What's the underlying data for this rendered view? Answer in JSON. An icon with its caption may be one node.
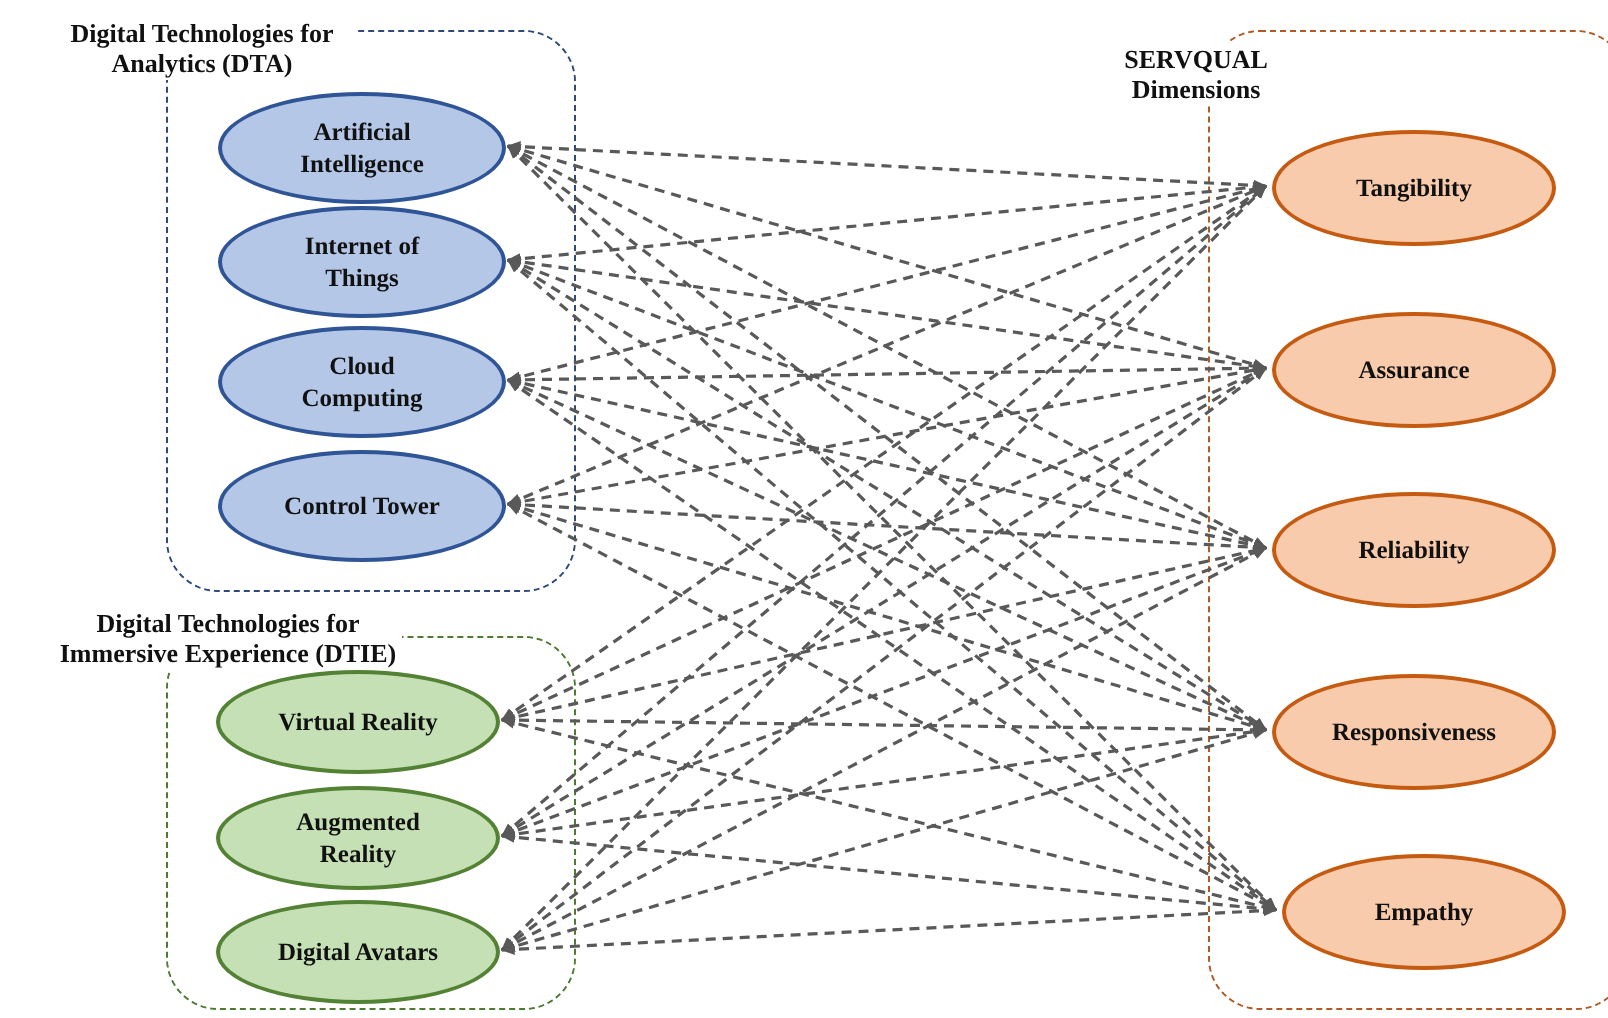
{
  "diagram": {
    "nodes": [
      {
        "text": [
          "Digital Technologies for Analytics (DTA)"
        ]
      },
      {
        "text": [
          "Artificial Intelligence"
        ],
        "in": 0
      },
      {
        "text": [
          "Internet of Things"
        ],
        "in": 0
      },
      {
        "text": [
          "Cloud Computing"
        ],
        "in": 0
      },
      {
        "text": [
          "Control Tower"
        ],
        "in": 0
      },
      {
        "text": [
          "Digital Technologies for Immersive Experience (DTIE)"
        ]
      },
      {
        "text": [
          "Virtual Reality"
        ],
        "in": 5
      },
      {
        "text": [
          "Augmented Reality"
        ],
        "in": 5
      },
      {
        "text": [
          "Digital Avatars"
        ],
        "in": 5
      },
      {
        "text": [
          "SERVQUAL Dimensions"
        ]
      },
      {
        "text": [
          "Tangibility"
        ],
        "in": 9
      },
      {
        "text": [
          "Assurance"
        ],
        "in": 9
      },
      {
        "text": [
          "Reliability"
        ],
        "in": 9
      },
      {
        "text": [
          "Responsiveness"
        ],
        "in": 9
      },
      {
        "text": [
          "Empathy"
        ],
        "in": 9
      }
    ],
    "edges": [
      {
        "from": 1,
        "to": 10,
        "arrow": "both",
        "style": "dashed"
      },
      {
        "from": 1,
        "to": 11,
        "arrow": "both",
        "style": "dashed"
      },
      {
        "from": 1,
        "to": 12,
        "arrow": "both",
        "style": "dashed"
      },
      {
        "from": 1,
        "to": 13,
        "arrow": "both",
        "style": "dashed"
      },
      {
        "from": 1,
        "to": 14,
        "arrow": "both",
        "style": "dashed"
      },
      {
        "from": 2,
        "to": 10,
        "arrow": "both",
        "style": "dashed"
      },
      {
        "from": 2,
        "to": 11,
        "arrow": "both",
        "style": "dashed"
      },
      {
        "from": 2,
        "to": 12,
        "arrow": "both",
        "style": "dashed"
      },
      {
        "from": 2,
        "to": 13,
        "arrow": "both",
        "style": "dashed"
      },
      {
        "from": 2,
        "to": 14,
        "arrow": "both",
        "style": "dashed"
      },
      {
        "from": 3,
        "to": 10,
        "arrow": "both",
        "style": "dashed"
      },
      {
        "from": 3,
        "to": 11,
        "arrow": "both",
        "style": "dashed"
      },
      {
        "from": 3,
        "to": 12,
        "arrow": "both",
        "style": "dashed"
      },
      {
        "from": 3,
        "to": 13,
        "arrow": "both",
        "style": "dashed"
      },
      {
        "from": 3,
        "to": 14,
        "arrow": "both",
        "style": "dashed"
      },
      {
        "from": 4,
        "to": 10,
        "arrow": "both",
        "style": "dashed"
      },
      {
        "from": 4,
        "to": 11,
        "arrow": "both",
        "style": "dashed"
      },
      {
        "from": 4,
        "to": 12,
        "arrow": "both",
        "style": "dashed"
      },
      {
        "from": 4,
        "to": 13,
        "arrow": "both",
        "style": "dashed"
      },
      {
        "from": 4,
        "to": 14,
        "arrow": "both",
        "style": "dashed"
      },
      {
        "from": 6,
        "to": 10,
        "arrow": "both",
        "style": "dashed"
      },
      {
        "from": 6,
        "to": 11,
        "arrow": "both",
        "style": "dashed"
      },
      {
        "from": 6,
        "to": 12,
        "arrow": "both",
        "style": "dashed"
      },
      {
        "from": 6,
        "to": 13,
        "arrow": "both",
        "style": "dashed"
      },
      {
        "from": 6,
        "to": 14,
        "arrow": "both",
        "style": "dashed"
      },
      {
        "from": 7,
        "to": 10,
        "arrow": "both",
        "style": "dashed"
      },
      {
        "from": 7,
        "to": 11,
        "arrow": "both",
        "style": "dashed"
      },
      {
        "from": 7,
        "to": 12,
        "arrow": "both",
        "style": "dashed"
      },
      {
        "from": 7,
        "to": 13,
        "arrow": "both",
        "style": "dashed"
      },
      {
        "from": 7,
        "to": 14,
        "arrow": "both",
        "style": "dashed"
      },
      {
        "from": 8,
        "to": 10,
        "arrow": "both",
        "style": "dashed"
      },
      {
        "from": 8,
        "to": 11,
        "arrow": "both",
        "style": "dashed"
      },
      {
        "from": 8,
        "to": 12,
        "arrow": "both",
        "style": "dashed"
      },
      {
        "from": 8,
        "to": 13,
        "arrow": "both",
        "style": "dashed"
      },
      {
        "from": 8,
        "to": 14,
        "arrow": "both",
        "style": "dashed"
      }
    ]
  }
}
